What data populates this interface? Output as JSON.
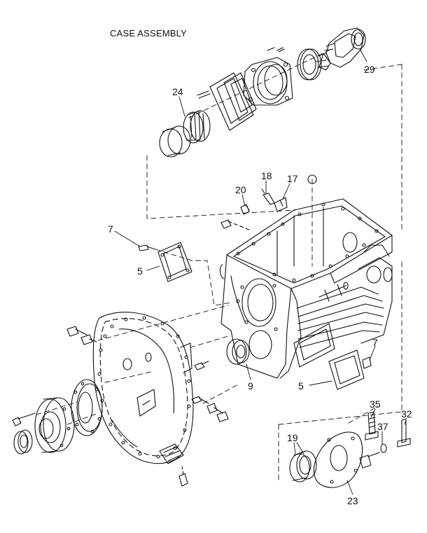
{
  "title": "CASE ASSEMBLY",
  "callouts": {
    "c29": "29",
    "c24": "24",
    "c18": "18",
    "c17": "17",
    "c20": "20",
    "c7a": "7",
    "c5a": "5",
    "c9": "9",
    "c7b": "7",
    "c5b": "5",
    "c35": "35",
    "c32": "32",
    "c37": "37",
    "c19": "19",
    "c23": "23"
  },
  "colors": {
    "ink": "#111111",
    "paper": "#ffffff"
  }
}
